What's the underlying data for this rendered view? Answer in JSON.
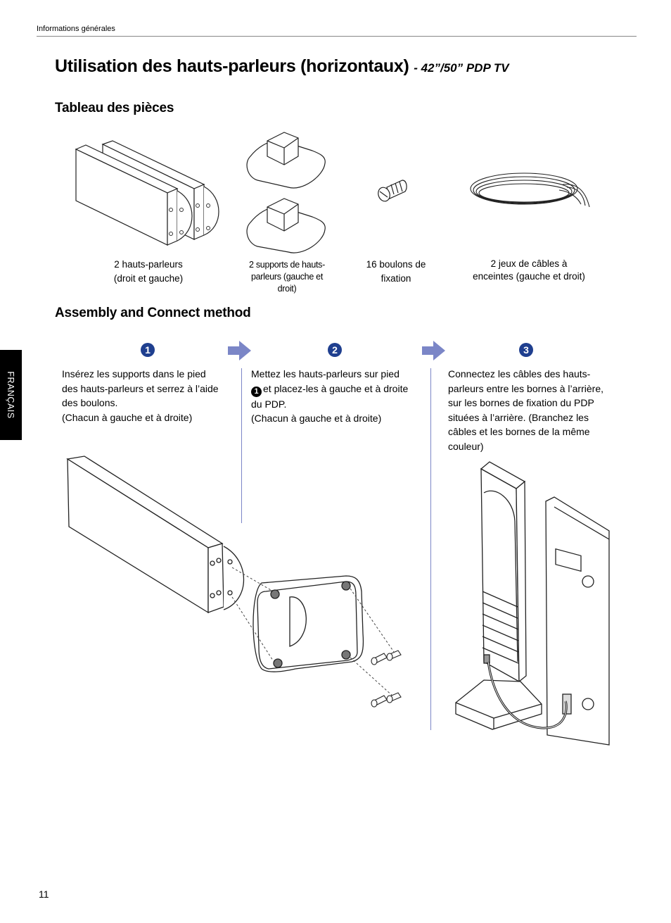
{
  "header": {
    "section": "Informations générales"
  },
  "title": {
    "main": "Utilisation des hauts-parleurs (horizontaux)",
    "subtitle": "- 42”/50” PDP TV"
  },
  "parts": {
    "heading": "Tableau des pièces",
    "items": [
      {
        "caption_line1": "2 hauts-parleurs",
        "caption_line2": "(droit et gauche)"
      },
      {
        "caption_line1": "2 supports de hauts-",
        "caption_line2": "parleurs (gauche et",
        "caption_line3": "droit)"
      },
      {
        "caption_line1": "16 boulons de",
        "caption_line2": "fixation"
      },
      {
        "caption_line1": "2 jeux de câbles à",
        "caption_line2": "enceintes (gauche et droit)"
      }
    ]
  },
  "assembly": {
    "heading": "Assembly and Connect method",
    "steps": [
      {
        "number": "1",
        "lines": [
          "Insérez les supports dans le pied",
          "des hauts-parleurs et serrez à l’aide",
          "des boulons.",
          "(Chacun à gauche et à droite)"
        ]
      },
      {
        "number": "2",
        "lines": [
          "Mettez les hauts-parleurs sur pied",
          "et placez-les à gauche et à droite",
          "du PDP.",
          "(Chacun à gauche et à droite)"
        ],
        "inline_ref": "1"
      },
      {
        "number": "3",
        "lines": [
          "Connectez les câbles des hauts-",
          "parleurs entre les bornes à l’arrière,",
          "sur les bornes de fixation du PDP",
          "situées à l’arrière. (Branchez les",
          "câbles et les bornes de la même",
          "couleur)"
        ]
      }
    ]
  },
  "side_tab": {
    "label": "FRANÇAIS"
  },
  "footer": {
    "page_number": "11"
  },
  "colors": {
    "accent": "#1f3f8f",
    "arrow": "#7b86c7",
    "divider": "#7b86c7",
    "side_tab": "#000000"
  }
}
